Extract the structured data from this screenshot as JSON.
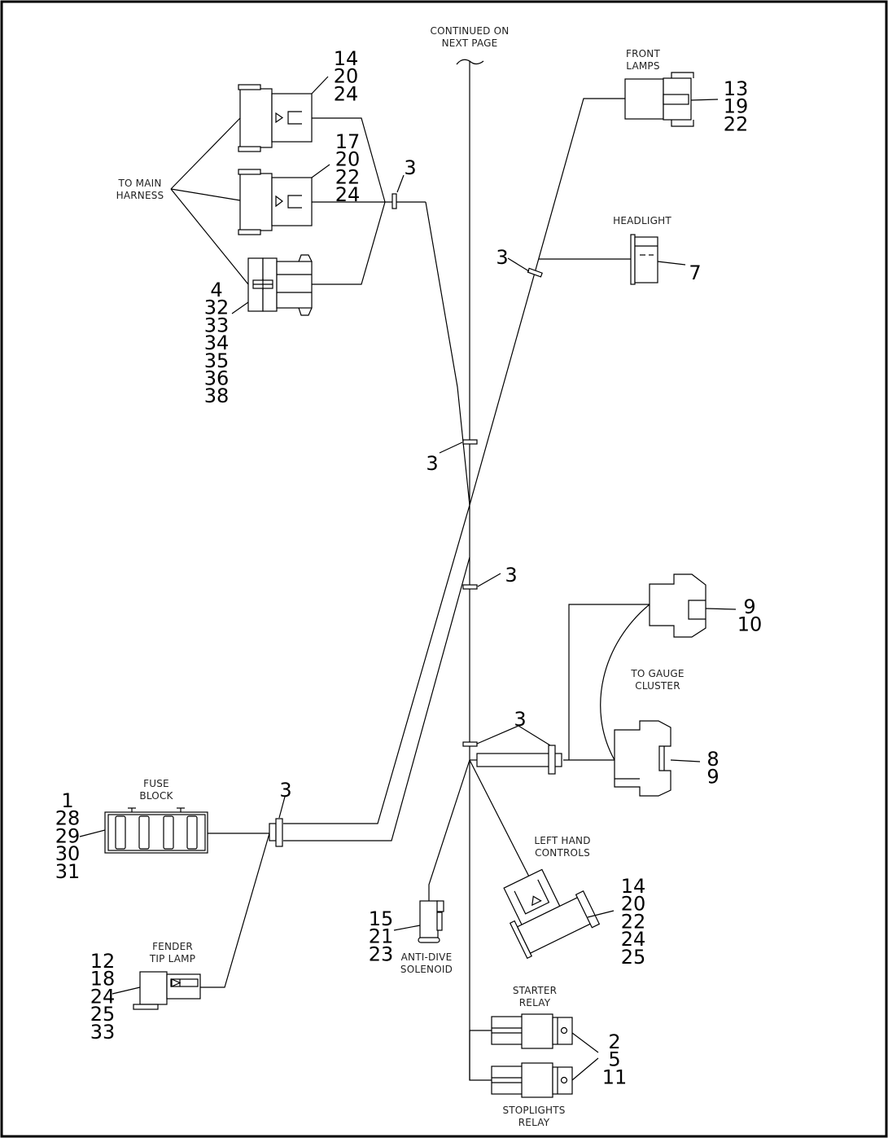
{
  "labels": {
    "continued": [
      "CONTINUED ON",
      "NEXT PAGE"
    ],
    "front_lamps": [
      "FRONT",
      "LAMPS"
    ],
    "headlight": [
      "HEADLIGHT"
    ],
    "to_main_harness": [
      "TO MAIN",
      "HARNESS"
    ],
    "to_gauge_cluster": [
      "TO GAUGE",
      "CLUSTER"
    ],
    "fuse_block": [
      "FUSE",
      "BLOCK"
    ],
    "fender_tip_lamp": [
      "FENDER",
      "TIP LAMP"
    ],
    "anti_dive_solenoid": [
      "ANTI-DIVE",
      "SOLENOID"
    ],
    "left_hand_controls": [
      "LEFT HAND",
      "CONTROLS"
    ],
    "starter_relay": [
      "STARTER",
      "RELAY"
    ],
    "stoplights_relay": [
      "STOPLIGHTS",
      "RELAY"
    ]
  },
  "callouts": {
    "conn_top": [
      "14",
      "20",
      "24"
    ],
    "conn_mid": [
      "17",
      "20",
      "22",
      "24"
    ],
    "conn_low": [
      "4",
      "32",
      "33",
      "34",
      "35",
      "36",
      "38"
    ],
    "front_lamps": [
      "13",
      "19",
      "22"
    ],
    "headlight": [
      "7"
    ],
    "gauge_upper": [
      "9",
      "10"
    ],
    "gauge_lower": [
      "8",
      "9"
    ],
    "fuse_block": [
      "1",
      "28",
      "29",
      "30",
      "31"
    ],
    "fender_tip_lamp": [
      "12",
      "18",
      "24",
      "25",
      "33"
    ],
    "anti_dive": [
      "15",
      "21",
      "23"
    ],
    "left_hand_controls": [
      "14",
      "20",
      "22",
      "24",
      "25"
    ],
    "relays": [
      "2",
      "5",
      "11"
    ],
    "clip_harness": [
      "3"
    ],
    "clip_headlight": [
      "3"
    ],
    "clip_mid_upper": [
      "3"
    ],
    "clip_mid_lower": [
      "3"
    ],
    "clip_gauge": [
      "3"
    ],
    "clip_fuse": [
      "3"
    ]
  }
}
